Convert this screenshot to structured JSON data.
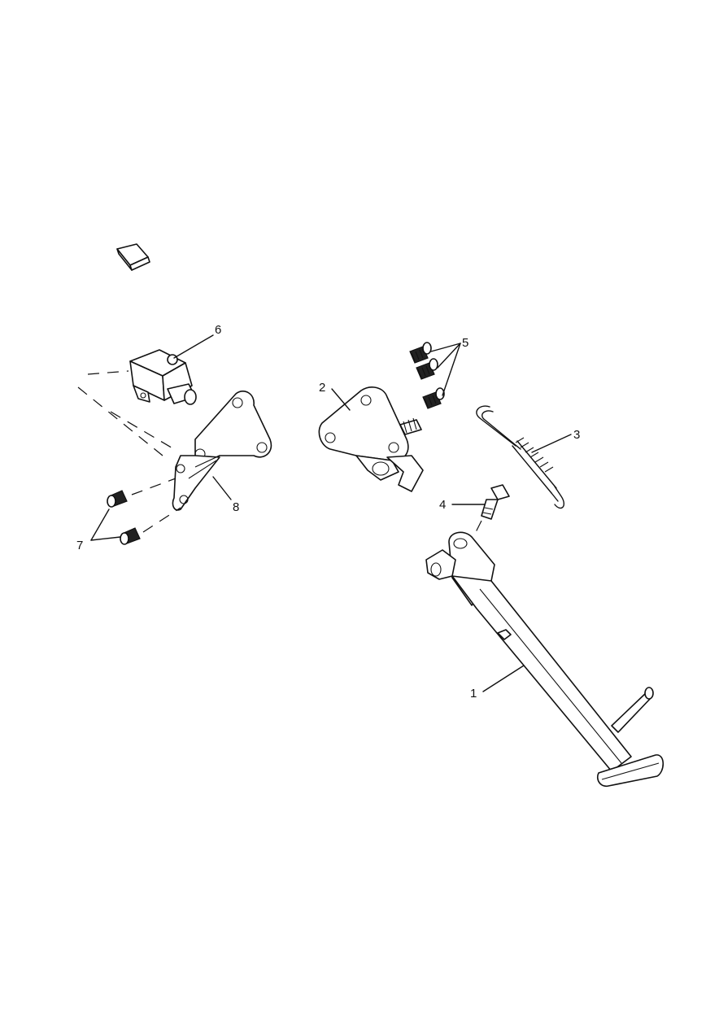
{
  "diagram": {
    "callouts": [
      "1",
      "2",
      "3",
      "4",
      "5",
      "6",
      "7",
      "8"
    ],
    "parts": [
      {
        "id": "1",
        "name": "side-stand"
      },
      {
        "id": "2",
        "name": "pivot-bracket"
      },
      {
        "id": "3",
        "name": "return-spring"
      },
      {
        "id": "4",
        "name": "pivot-bolt"
      },
      {
        "id": "5",
        "name": "bracket-screws"
      },
      {
        "id": "6",
        "name": "sidestand-switch"
      },
      {
        "id": "7",
        "name": "mounting-screws"
      },
      {
        "id": "8",
        "name": "switch-bracket"
      }
    ]
  }
}
